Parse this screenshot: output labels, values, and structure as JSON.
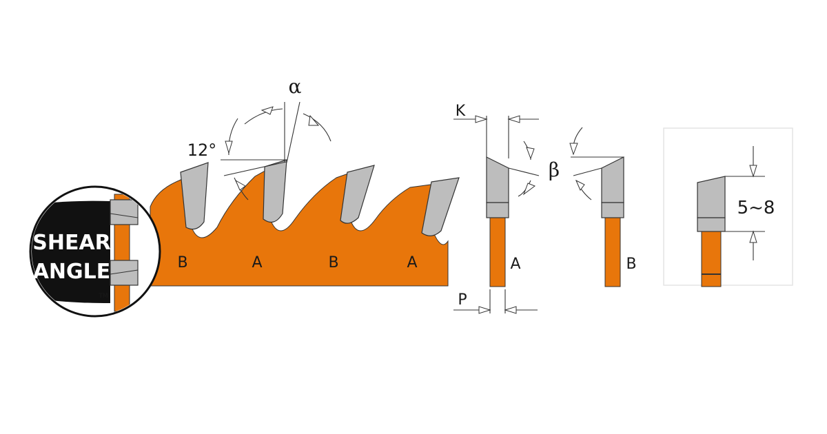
{
  "badge": {
    "line1": "SHEAR",
    "line2": "ANGLE",
    "trademark": "TM"
  },
  "blade": {
    "tooth_labels": [
      "B",
      "A",
      "B",
      "A"
    ]
  },
  "angles": {
    "hook_angle_value": "12°",
    "clearance_symbol": "α",
    "bevel_symbol": "β"
  },
  "cross_section": {
    "kerf_label": "K",
    "plate_label": "P",
    "tooth_a_label": "A",
    "tooth_b_label": "B"
  },
  "detail": {
    "resharpen_range": "5~8"
  },
  "colors": {
    "body": "#E8760B",
    "tip": "#BDBDBD",
    "outline": "#333333",
    "badge_dark": "#111111"
  }
}
